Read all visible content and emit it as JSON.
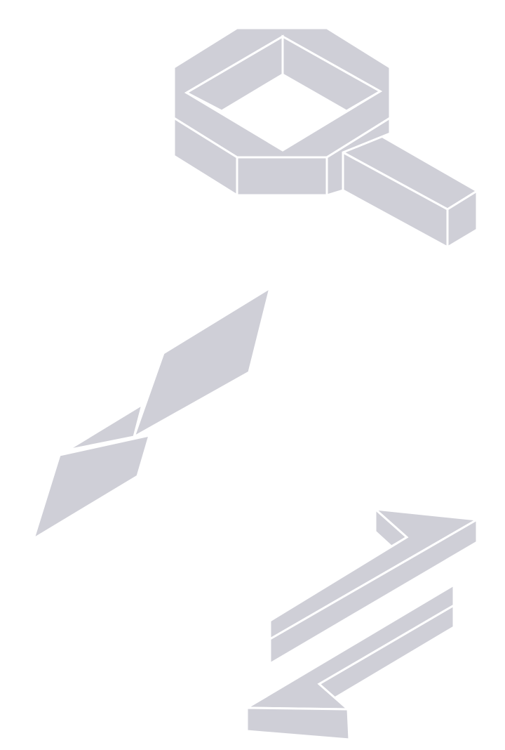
{
  "illustrations": [
    {
      "name": "magnifier",
      "icon": "isometric-magnifying-glass-icon"
    },
    {
      "name": "parallelogram-pair",
      "icon": "isometric-rhombus-pair-icon"
    },
    {
      "name": "exchange-arrows",
      "icon": "isometric-swap-arrows-icon"
    }
  ],
  "colors": {
    "background": "#ffffff",
    "shape": "#cfcfd7",
    "outline": "#ffffff"
  }
}
